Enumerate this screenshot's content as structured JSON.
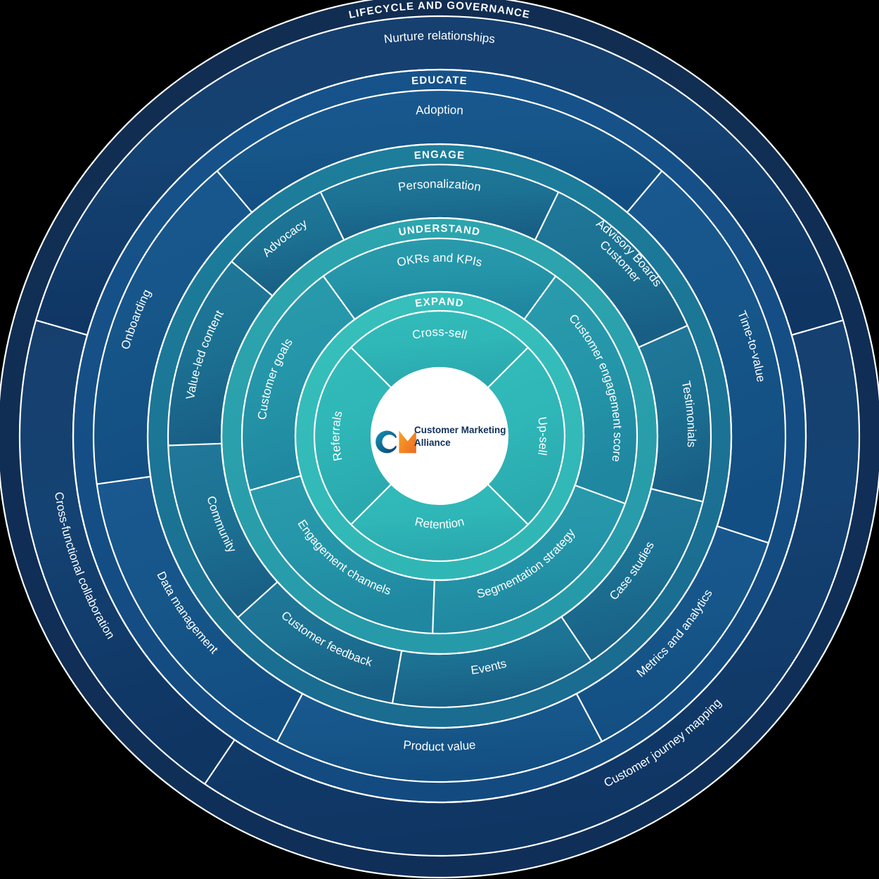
{
  "diagram": {
    "title": "Customer Marketing Alliance concentric framework wheel",
    "center": {
      "logo_name": "customer-marketing-alliance-logo",
      "line1": "Customer Marketing",
      "line2": "Alliance",
      "mark_colors": {
        "teal": "#0e7fa3",
        "blue": "#12446e",
        "orange": "#f59322",
        "orange_dark": "#ef7622"
      },
      "text_color": "#11315c",
      "background": "#ffffff"
    },
    "colors": {
      "background": "#000000",
      "ring_expand": "#2fb8b8",
      "ring_expand_label": "#35bcbb",
      "ring_understand": "#2595a9",
      "ring_understand_label": "#2ba5ad",
      "ring_engage": "#1d7596",
      "ring_engage_label": "#1c7f9c",
      "ring_educate": "#18568a",
      "ring_educate_label": "#17538b",
      "ring_lifecycle": "#133f71",
      "ring_lifecycle_label": "#122e52",
      "separator": "#ffffff",
      "text": "#ffffff"
    },
    "rings": [
      {
        "key": "expand",
        "category": "EXPAND",
        "level": 1,
        "items": [
          "Cross-sell",
          "Up-sell",
          "Retention",
          "Referrals"
        ]
      },
      {
        "key": "understand",
        "category": "UNDERSTAND",
        "level": 2,
        "items": [
          "OKRs and KPIs",
          "Customer engagement score",
          "Segmentation strategy",
          "Engagement channels",
          "Customer goals"
        ]
      },
      {
        "key": "engage",
        "category": "ENGAGE",
        "level": 3,
        "items": [
          "Personalization",
          "Customer Advisory Boards",
          "Testimonials",
          "Case studies",
          "Events",
          "Customer feedback",
          "Community",
          "Value-led content",
          "Advocacy"
        ]
      },
      {
        "key": "educate",
        "category": "EDUCATE",
        "level": 4,
        "items": [
          "Adoption",
          "Time-to-value",
          "Metrics and analytics",
          "Product value",
          "Data management",
          "Onboarding"
        ]
      },
      {
        "key": "lifecycle",
        "category": "LIFECYCLE AND GOVERNANCE",
        "level": 5,
        "items": [
          "Nurture relationships",
          "Customer journey mapping",
          "Cross-functional collaboration"
        ]
      }
    ]
  }
}
